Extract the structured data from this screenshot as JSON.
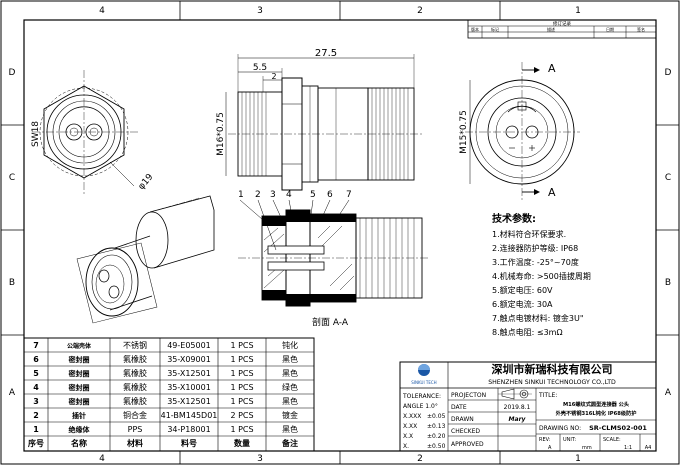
{
  "grid": {
    "cols": [
      "4",
      "3",
      "2",
      "1"
    ],
    "rows": [
      "D",
      "C",
      "B",
      "A"
    ]
  },
  "revision": {
    "title": "修订记录",
    "headers": [
      "版本",
      "标记",
      "描述",
      "日期",
      "签名"
    ]
  },
  "dims": {
    "total_len": "27.5",
    "d1": "5.5",
    "d2": "2",
    "sw": "SW18",
    "thread1": "M16*0.75",
    "thread2": "M15*0.75",
    "dia": "φ19",
    "sec_mark": "A"
  },
  "callouts": [
    "1",
    "2",
    "3",
    "4",
    "5",
    "6",
    "7"
  ],
  "section_label": "剖面 A-A",
  "specs": {
    "title": "技术参数:",
    "lines": [
      "1.材料符合环保要求.",
      "2.连接器防护等级: IP68",
      "3.工作温度: -25°~70度",
      "4.机械寿命: >500插拔周期",
      "5.额定电压: 60V",
      "6.额定电流: 30A",
      "7.触点电镀材料: 镀金3U\"",
      "8.触点电阻: ≤3mΩ"
    ]
  },
  "bom": {
    "rows": [
      [
        "7",
        "公端壳体",
        "不锈钢",
        "49-E05001",
        "1 PCS",
        "钝化"
      ],
      [
        "6",
        "密封圈",
        "氟橡胶",
        "35-X09001",
        "1 PCS",
        "黑色"
      ],
      [
        "5",
        "密封圈",
        "氟橡胶",
        "35-X12501",
        "1 PCS",
        "黑色"
      ],
      [
        "4",
        "密封圈",
        "氟橡胶",
        "35-X10001",
        "1 PCS",
        "绿色"
      ],
      [
        "3",
        "密封圈",
        "氟橡胶",
        "35-X12501",
        "1 PCS",
        "黑色"
      ],
      [
        "2",
        "插针",
        "铜合金",
        "41-BM145D01",
        "2 PCS",
        "镀金"
      ],
      [
        "1",
        "绝缘体",
        "PPS",
        "34-P18001",
        "1 PCS",
        "黑色"
      ]
    ],
    "header": [
      "序号",
      "名称",
      "材料",
      "料号",
      "数量",
      "备注"
    ]
  },
  "title_block": {
    "company_cn": "深圳市新瑞科技有限公司",
    "company_en": "SHENZHEN SINKUI TECHNOLOGY CO.,LTD",
    "logo_text": "SINKUI TECH",
    "tolerance_label": "TOLERANCE:",
    "tol_angle": "ANGLE  1.0°",
    "tol_rows": [
      [
        "X.XXX",
        "±0.05"
      ],
      [
        "X.XX",
        "±0.13"
      ],
      [
        "X.X",
        "±0.20"
      ],
      [
        "X.",
        "±0.50"
      ]
    ],
    "projection_label": "PROJECTON",
    "date_label": "DATE",
    "date_value": "2019.8.1",
    "drawn_label": "DRAWN",
    "drawn_value": "Mary",
    "checked_label": "CHECKED",
    "approved_label": "APPROVED",
    "title_label": "TITLE:",
    "title_line1": "M16螺纹式圆型连接器 公头",
    "title_line2": "外壳不锈钢316L钝化  IP68级防护",
    "drawing_no_label": "DRAWING NO:",
    "drawing_no": "SR-CLMS02-001",
    "rev_label": "REV:",
    "rev_value": "A",
    "unit_label": "UNIT:",
    "unit_value": "mm",
    "scale_label": "SCALE:",
    "scale_value": "1:1",
    "size_value": "A4"
  }
}
